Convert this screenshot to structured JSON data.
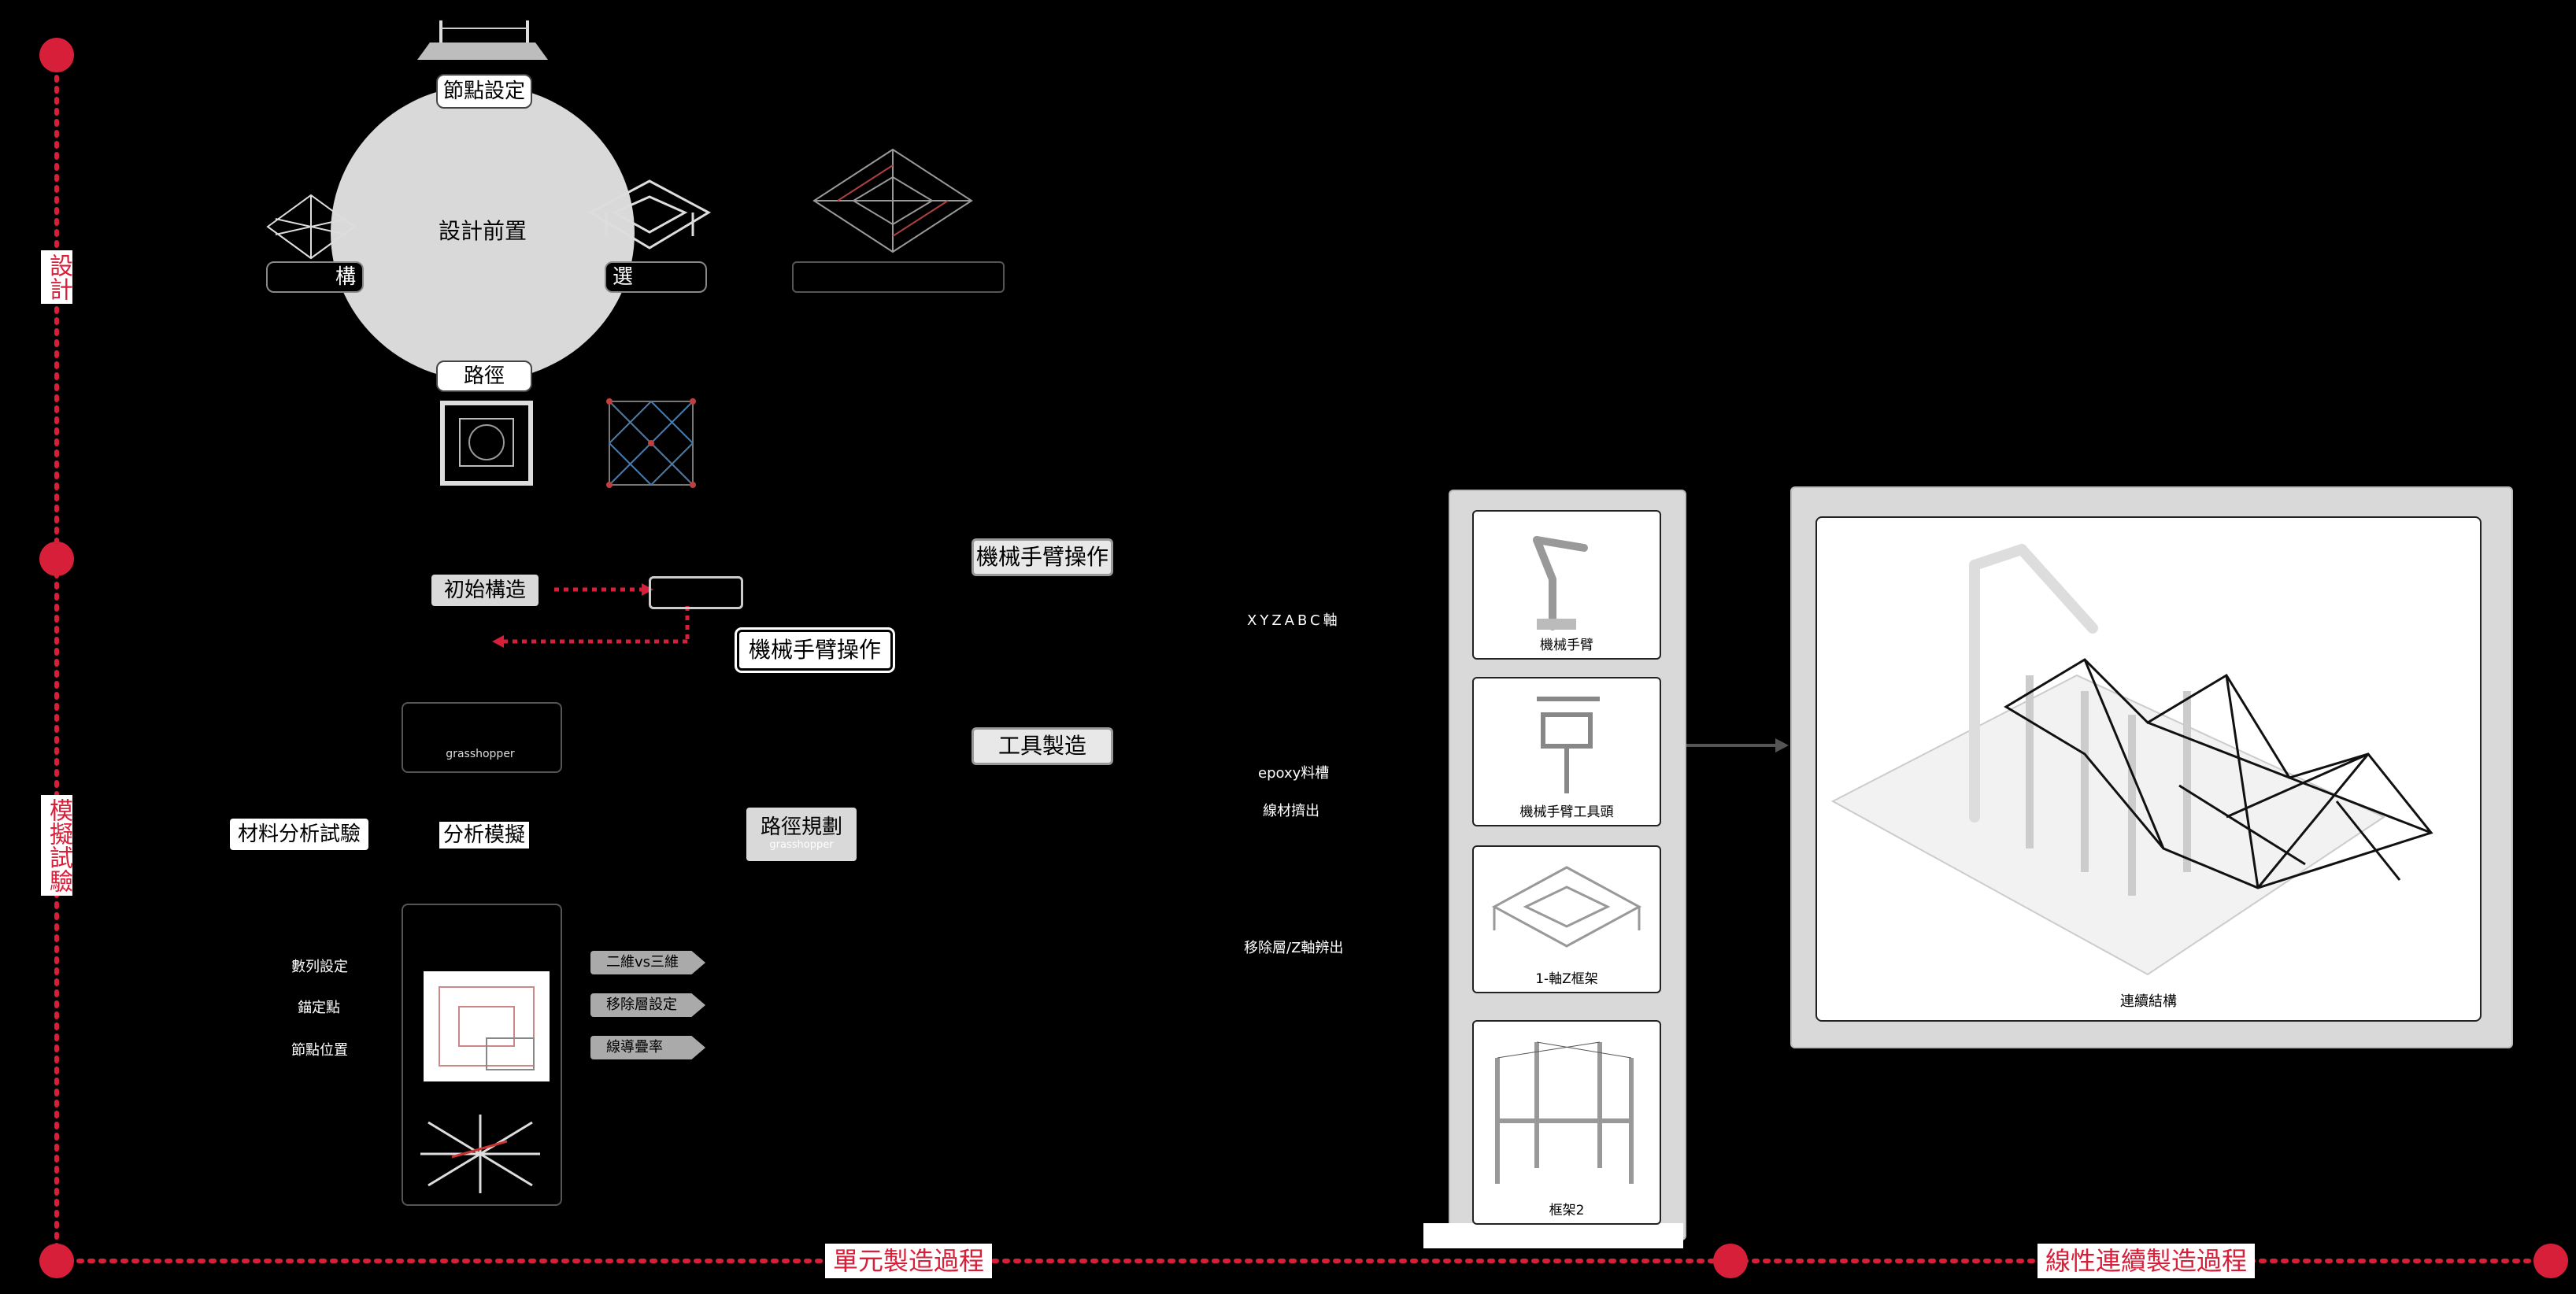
{
  "axis": {
    "design_label": "設計",
    "sim_label": "模擬試驗",
    "unit_process_label": "單元製造過程",
    "linear_process_label": "線性連續製造過程"
  },
  "design": {
    "center_label": "設計前置",
    "top_tag": "節點設定",
    "left_tag": "構",
    "right_tag": "選",
    "bottom_tag": "路徑"
  },
  "simulation": {
    "initial_build": "初始構造",
    "robot_op": "機械手臂操作",
    "grasshopper_small": "grasshopper",
    "material_test": "材料分析試驗",
    "analysis_sim": "分析模擬",
    "path_plan": "路徑規劃",
    "path_plan_sub": "grasshopper",
    "param_labels": [
      "數列設定",
      "錨定點",
      "節點位置"
    ],
    "pills": [
      "二維vs三維",
      "移除層設定",
      "線導疊率"
    ]
  },
  "tools": {
    "robot_op": "機械手臂操作",
    "tool_make": "工具製造",
    "xyzabc": "XYZABC軸",
    "epoxy": "epoxy料槽",
    "extrude": "線材擠出",
    "remove": "移除層/Z軸辨出"
  },
  "panel": {
    "items": [
      "機械手臂",
      "機械手臂工具頭",
      "1-軸Z框架",
      "框架2"
    ],
    "result_caption": "連續結構"
  },
  "colors": {
    "accent": "#d81f3a"
  }
}
